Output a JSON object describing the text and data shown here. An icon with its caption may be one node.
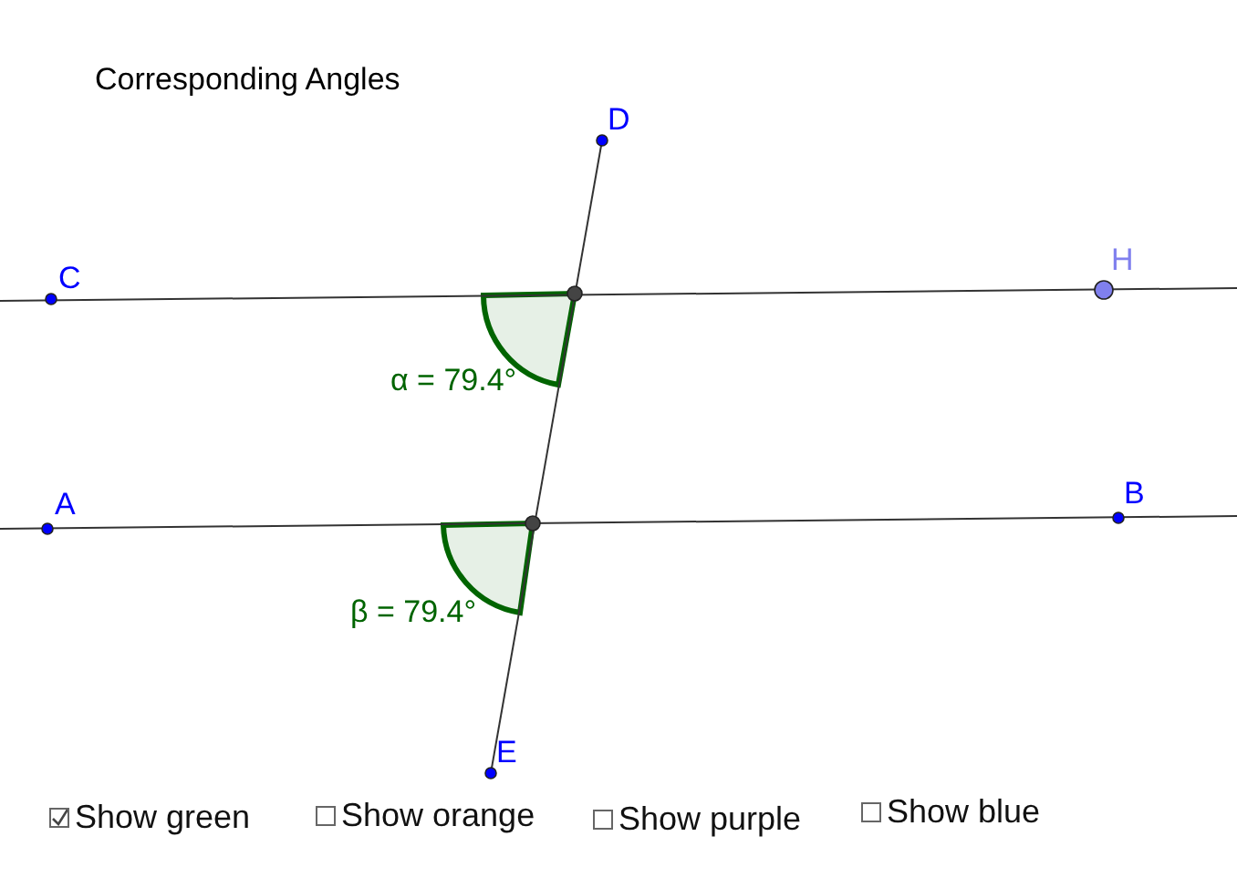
{
  "diagram": {
    "title": "Corresponding Angles",
    "labels": [
      "D",
      "C",
      "H",
      "α = 79.4°",
      "A",
      "B",
      "β = 79.4°",
      "E",
      "Show green",
      "Show orange",
      "Show purple",
      "Show blue"
    ]
  }
}
